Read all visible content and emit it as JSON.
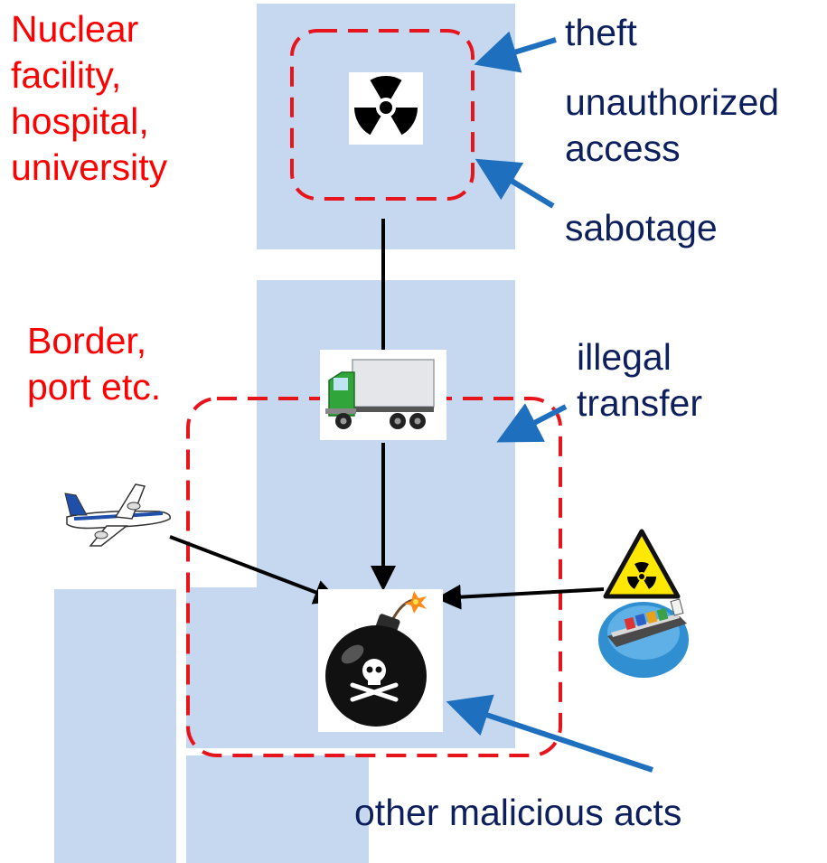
{
  "colors": {
    "zone_fill": "#c6d8ef",
    "dashed_border": "#e8141c",
    "arrow_blue": "#1f6fbf",
    "arrow_black": "#000000",
    "label_red": "#ff0000",
    "label_navy": "#0d1f5c"
  },
  "labels": {
    "facility": [
      "Nuclear",
      "facility,",
      "hospital,",
      "university"
    ],
    "border": [
      "Border,",
      "port etc."
    ],
    "theft": "theft",
    "unauthorized": [
      "unauthorized",
      "access"
    ],
    "sabotage": "sabotage",
    "illegal_transfer": [
      "illegal",
      "transfer"
    ],
    "other_acts": "other malicious acts"
  },
  "icons": {
    "source": "radiation-trefoil-icon",
    "transport": "truck-icon",
    "target": "bomb-icon",
    "air": "airplane-icon",
    "sea": "cargo-ship-icon",
    "hazard": "radiation-hazard-sign-icon"
  }
}
